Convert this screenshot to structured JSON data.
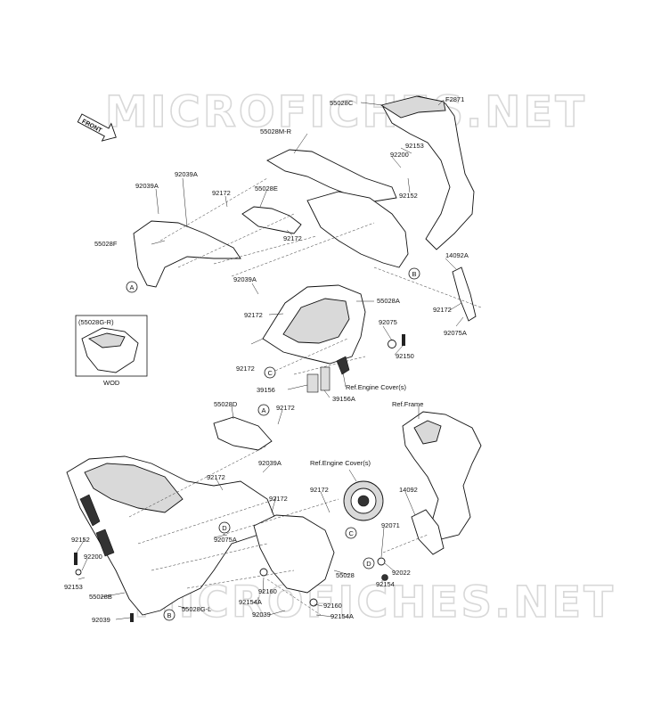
{
  "watermark": "MICROFICHES.NET",
  "front_tag": "FRONT",
  "labels": {
    "l_55028C": "55028C",
    "l_F2871": "F2871",
    "l_55028M_R": "55028M-R",
    "l_92153_top": "92153",
    "l_92200_top": "92200",
    "l_92152_top": "92152",
    "l_92039A_a": "92039A",
    "l_92039A_b": "92039A",
    "l_92172_a": "92172",
    "l_55028E": "55028E",
    "l_92172_b": "92172",
    "l_55028F": "55028F",
    "l_14092A": "14092A",
    "l_92039A_c": "92039A",
    "l_55028A": "55028A",
    "l_92172_c": "92172",
    "l_92172_d": "92172",
    "l_92075": "92075",
    "l_92075A_top": "92075A",
    "l_92150": "92150",
    "l_92172_e": "92172",
    "l_55028G_R": "(55028G-R)",
    "l_WOD": "WOD",
    "l_39156": "39156",
    "l_39156A": "39156A",
    "l_ref_engine_top": "Ref.Engine Cover(s)",
    "l_ref_frame": "Ref.Frame",
    "l_55028D": "55028D",
    "l_92172_f": "92172",
    "l_92039A_d": "92039A",
    "l_ref_engine_mid": "Ref.Engine Cover(s)",
    "l_92172_g": "92172",
    "l_92172_h": "92172",
    "l_92172_i": "92172",
    "l_14092": "14092",
    "l_92075A_mid": "92075A",
    "l_92071": "92071",
    "l_92152_low": "92152",
    "l_92200_low": "92200",
    "l_92153_low": "92153",
    "l_55028": "55028",
    "l_92022": "92022",
    "l_92154": "92154",
    "l_92160_a": "92160",
    "l_92154A_a": "92154A",
    "l_55028B": "55028B",
    "l_92039_a": "92039",
    "l_55028G_L": "55028G-L",
    "l_92039_b": "92039",
    "l_92160_b": "92160",
    "l_92154A_b": "92154A"
  },
  "refs": {
    "A": "A",
    "B": "B",
    "C": "C",
    "D": "D"
  }
}
